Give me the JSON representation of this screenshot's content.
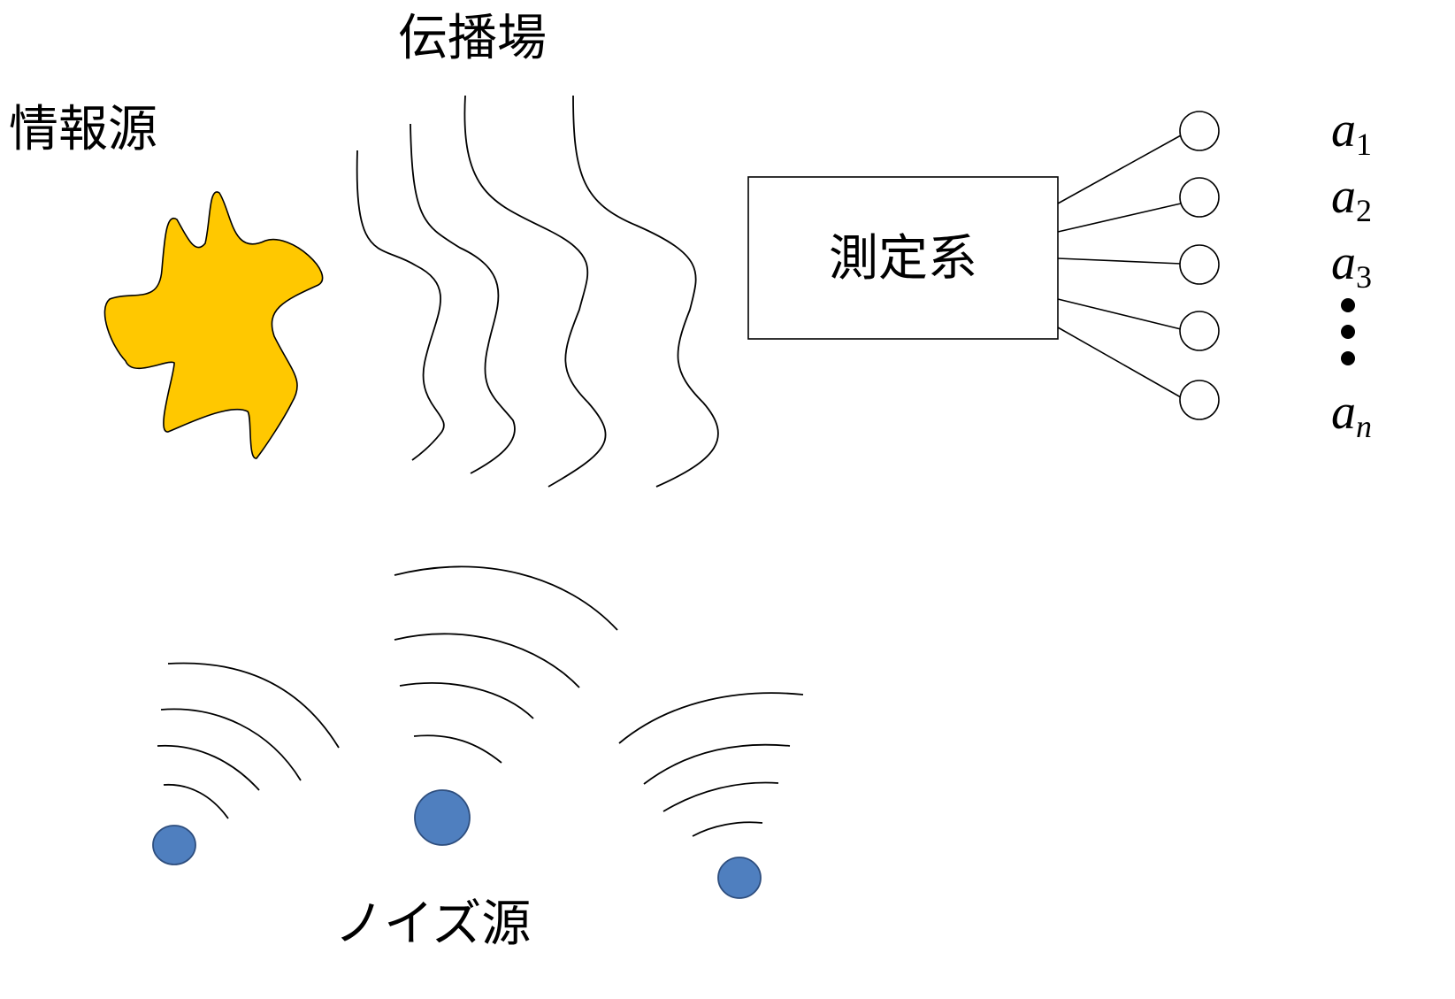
{
  "labels": {
    "source": "情報源",
    "field": "伝播場",
    "system": "測定系",
    "noise": "ノイズ源"
  },
  "outputs": [
    {
      "letter": "a",
      "sub": "1"
    },
    {
      "letter": "a",
      "sub": "2"
    },
    {
      "letter": "a",
      "sub": "3"
    },
    {
      "letter": "a",
      "sub": "n"
    }
  ],
  "colors": {
    "source_fill": "#FFC800",
    "noise_fill": "#4F7FBF",
    "noise_stroke": "#2E4E7E",
    "line": "#000000"
  }
}
